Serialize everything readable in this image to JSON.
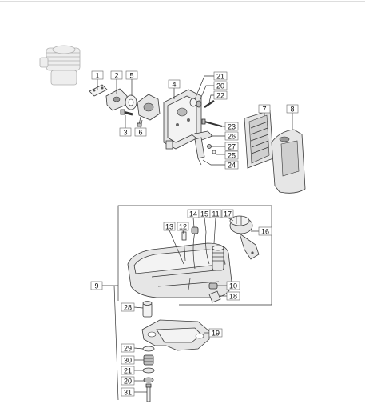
{
  "callouts": {
    "c1": "1",
    "c2": "2",
    "c3": "3",
    "c4": "4",
    "c5": "5",
    "c6": "6",
    "c7": "7",
    "c8": "8",
    "c9": "9",
    "c10": "10",
    "c11": "11",
    "c12": "12",
    "c13": "13",
    "c14": "14",
    "c15": "15",
    "c16": "16",
    "c17": "17",
    "c18": "18",
    "c19": "19",
    "c20a": "20",
    "c20b": "20",
    "c21a": "21",
    "c21b": "21",
    "c22": "22",
    "c23": "23",
    "c24": "24",
    "c25": "25",
    "c26": "26",
    "c27": "27",
    "c28": "28",
    "c29": "29",
    "c30": "30",
    "c31": "31"
  }
}
